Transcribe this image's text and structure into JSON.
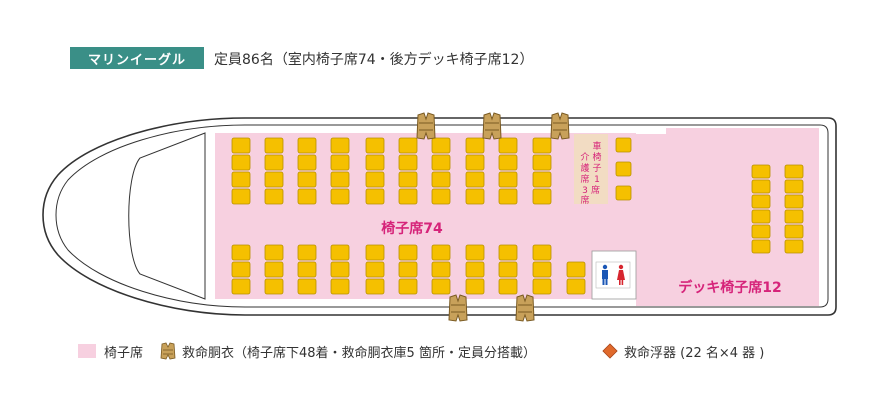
{
  "header": {
    "ship_name": "マリンイーグル",
    "capacity_text": "定員86名（室内椅子席74・後方デッキ椅子席12）"
  },
  "plan": {
    "indoor_label": "椅子席74",
    "deck_label": "デッキ椅子席12",
    "wheelchair_label": "車椅子1席介護席3席"
  },
  "legend": {
    "seat_label": "椅子席",
    "vest_label": "救命胴衣（椅子席下48着・救命胴衣庫5 箇所・定員分搭載）",
    "buoy_label": "救命浮器 (22 名×4 器 )"
  },
  "colors": {
    "seat_area": "#f7d0e0",
    "seat": "#f5c000",
    "seat_border": "#b89000",
    "title_bg": "#3a8f87",
    "label_magenta": "#d6247a",
    "wheelchair_area": "#f2dcc3",
    "vest": "#c8a15a",
    "buoy": "#e06a2c",
    "restroom_male": "#1a56b5",
    "restroom_female": "#d7262f"
  },
  "icons": [
    "life-vest-icon",
    "restroom-icon",
    "life-buoy-icon"
  ]
}
